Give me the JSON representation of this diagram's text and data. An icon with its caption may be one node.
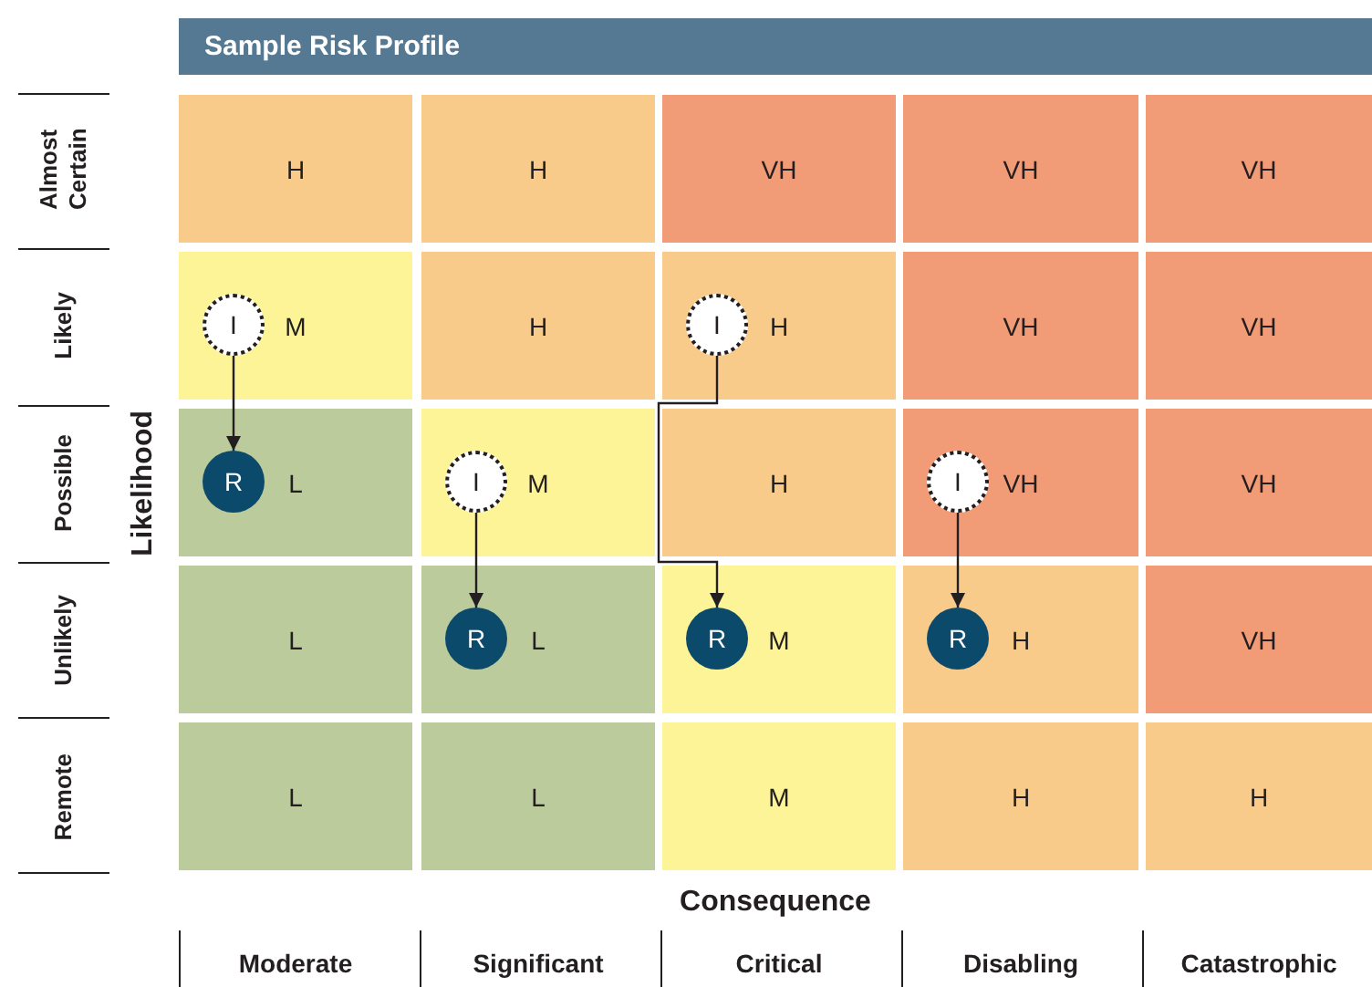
{
  "diagram": {
    "title": "Sample Risk Profile",
    "nodes": [
      {
        "text": [
          "H"
        ]
      },
      {
        "text": [
          "H"
        ]
      },
      {
        "text": [
          "VH"
        ]
      },
      {
        "text": [
          "VH"
        ]
      },
      {
        "text": [
          "VH"
        ]
      },
      {
        "text": [
          "M"
        ]
      },
      {
        "text": [
          "I"
        ],
        "in": 5
      },
      {
        "text": [
          "H"
        ]
      },
      {
        "text": [
          "H"
        ]
      },
      {
        "text": [
          "I"
        ],
        "in": 8
      },
      {
        "text": [
          "VH"
        ]
      },
      {
        "text": [
          "VH"
        ]
      },
      {
        "text": [
          "L"
        ]
      },
      {
        "text": [
          "R"
        ],
        "in": 12
      },
      {
        "text": [
          "M"
        ]
      },
      {
        "text": [
          "I"
        ],
        "in": 14
      },
      {
        "text": [
          "H"
        ]
      },
      {
        "text": [
          "VH"
        ]
      },
      {
        "text": [
          "I"
        ],
        "in": 17
      },
      {
        "text": [
          "VH"
        ]
      },
      {
        "text": [
          "L"
        ]
      },
      {
        "text": [
          "L"
        ]
      },
      {
        "text": [
          "R"
        ],
        "in": 21
      },
      {
        "text": [
          "M"
        ]
      },
      {
        "text": [
          "R"
        ],
        "in": 23
      },
      {
        "text": [
          "H"
        ]
      },
      {
        "text": [
          "R"
        ],
        "in": 25
      },
      {
        "text": [
          "VH"
        ]
      },
      {
        "text": [
          "L"
        ]
      },
      {
        "text": [
          "L"
        ]
      },
      {
        "text": [
          "M"
        ]
      },
      {
        "text": [
          "H"
        ]
      },
      {
        "text": [
          "H"
        ]
      }
    ],
    "edges": [
      {
        "from": 6,
        "to": 13,
        "arrow": "to"
      },
      {
        "from": 15,
        "to": 22,
        "arrow": "to"
      },
      {
        "from": 9,
        "to": 24,
        "arrow": "to"
      },
      {
        "from": 18,
        "to": 26,
        "arrow": "to"
      }
    ],
    "labels": [
      "Almost Certain",
      "Likely",
      "Possible",
      "Unlikely",
      "Remote",
      "Likelihood",
      "Consequence",
      "Moderate",
      "Significant",
      "Critical",
      "Disabling",
      "Catastrophic"
    ]
  }
}
